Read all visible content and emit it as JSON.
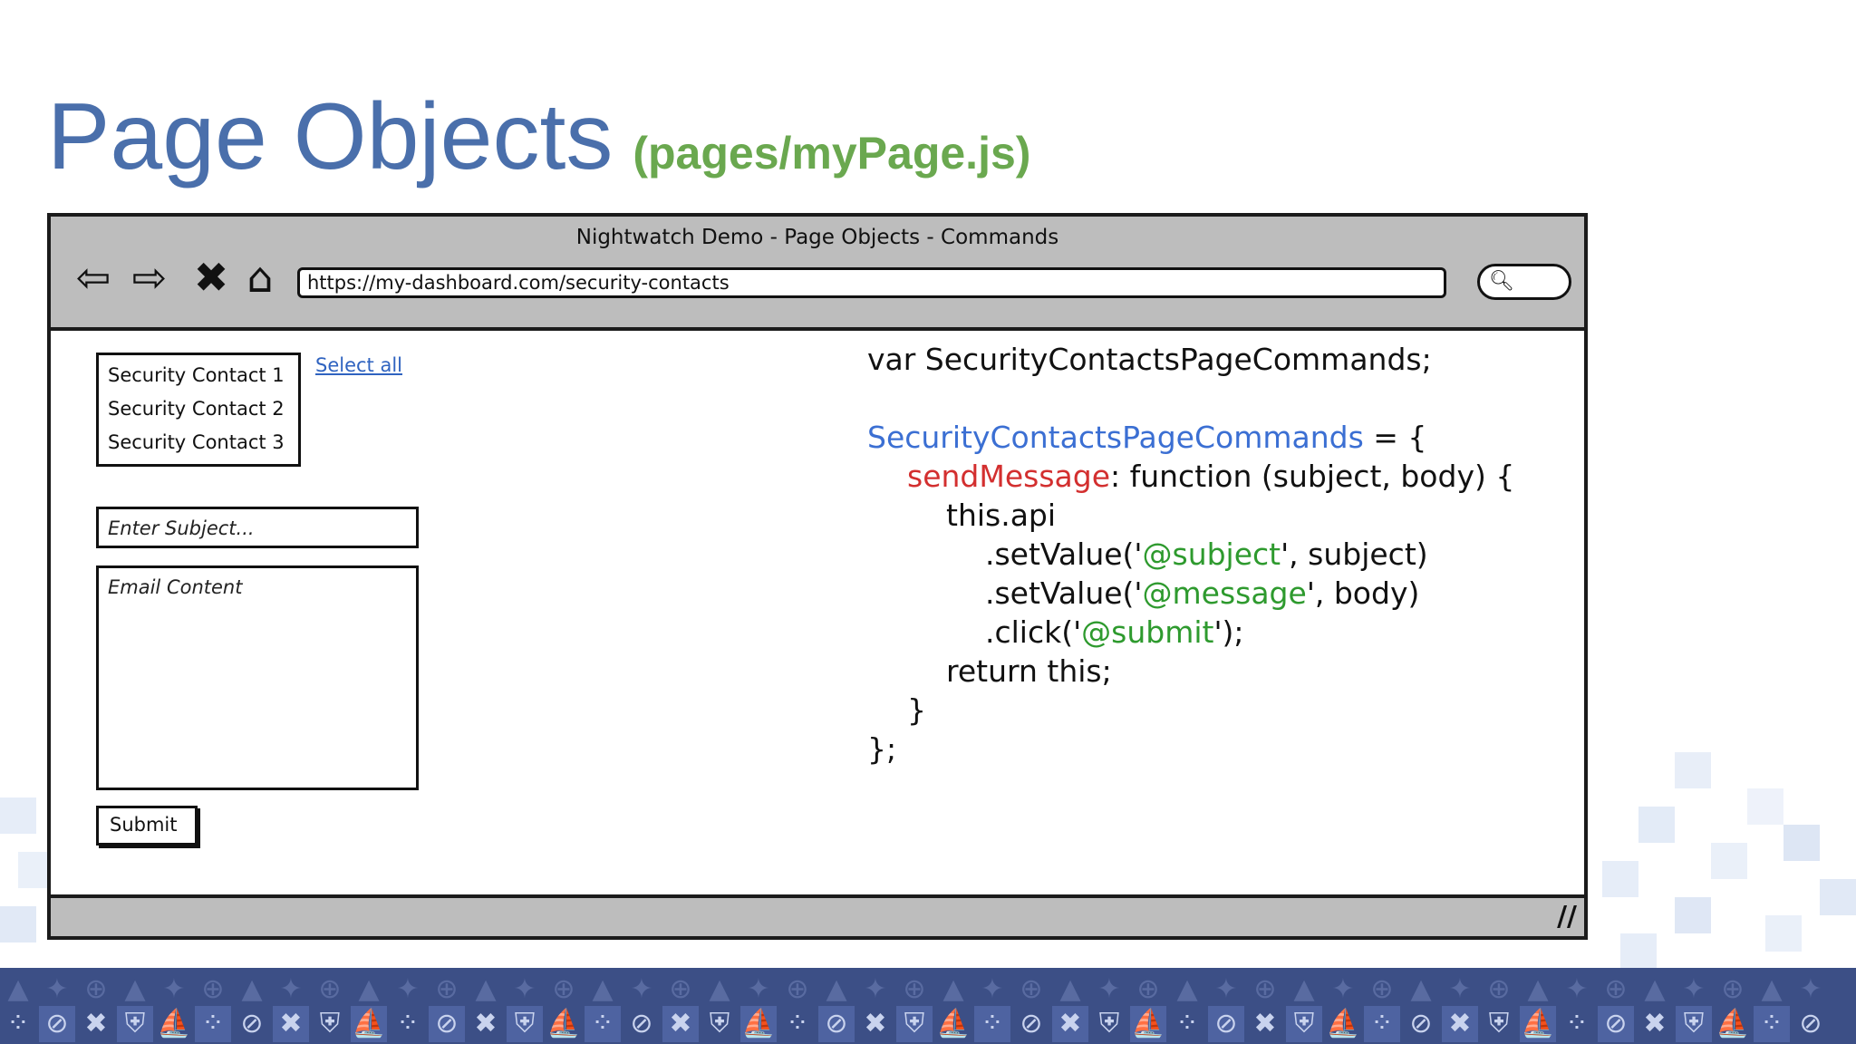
{
  "slide": {
    "title": "Page Objects",
    "subtitle": "(pages/myPage.js)"
  },
  "browser": {
    "window_title": "Nightwatch Demo - Page Objects - Commands",
    "url": "https://my-dashboard.com/security-contacts",
    "icons": {
      "back": "back-arrow-icon",
      "forward": "forward-arrow-icon",
      "stop": "close-icon",
      "home": "home-icon",
      "search": "search-icon",
      "resize": "resize-grip-icon"
    }
  },
  "form": {
    "contacts": [
      "Security Contact 1",
      "Security Contact 2",
      "Security Contact 3"
    ],
    "select_all": "Select all",
    "subject_placeholder": "Enter Subject...",
    "email_placeholder": "Email Content",
    "submit_label": "Submit"
  },
  "code": {
    "line1": "var SecurityContactsPageCommands;",
    "line3_name": "SecurityContactsPageCommands",
    "line3_rest": " = {",
    "line4_key": "sendMessage",
    "line4_rest": ": function (subject, body) {",
    "line5": "this.api",
    "line6_pre": ".setValue('",
    "line6_sel": "@subject",
    "line6_post": "', subject)",
    "line7_pre": ".setValue('",
    "line7_sel": "@message",
    "line7_post": "', body)",
    "line8_pre": ".click('",
    "line8_sel": "@submit",
    "line8_post": "');",
    "line9": "return this;",
    "line10": "}",
    "line11": "};"
  },
  "colors": {
    "title": "#4a6fab",
    "subtitle": "#6aa84f",
    "code_identifier": "#3b6fd3",
    "code_key": "#d32f2f",
    "code_selector": "#2e9a2e"
  }
}
